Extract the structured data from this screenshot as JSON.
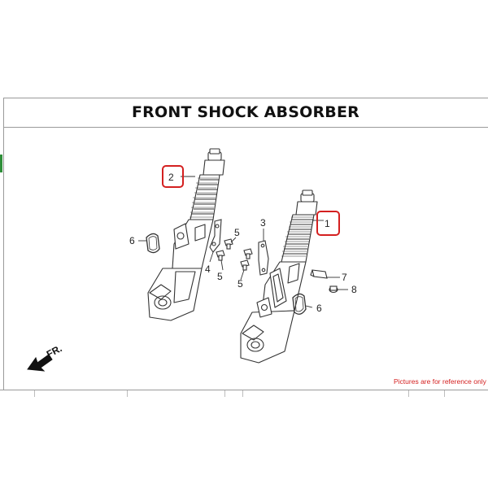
{
  "diagram": {
    "title": "FRONT SHOCK ABSORBER",
    "direction_label": "FR.",
    "note": "Pictures are for reference only",
    "highlight_color": "#d42020",
    "callouts": [
      "1",
      "2",
      "3",
      "4",
      "5",
      "5",
      "5",
      "6",
      "6",
      "7",
      "8"
    ],
    "parts": {
      "left_fork": "left-fork-assembly",
      "right_fork": "right-fork-assembly"
    }
  }
}
